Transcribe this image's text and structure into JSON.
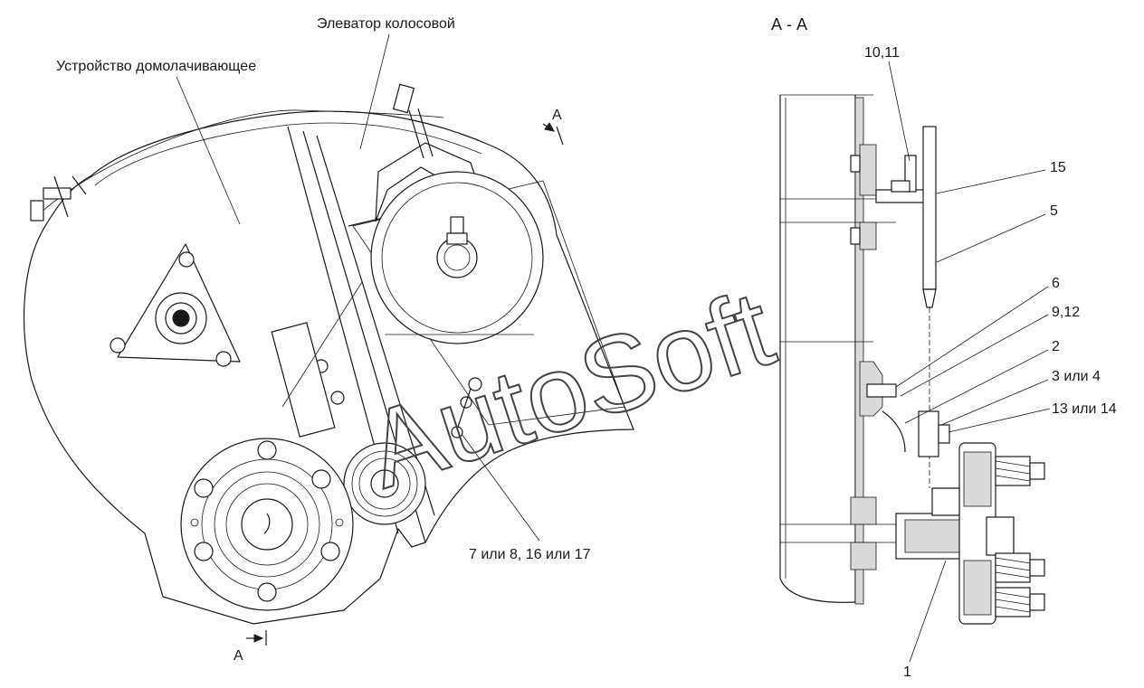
{
  "labels": {
    "left_assembly": "Устройство домолачивающее",
    "elevator": "Элеватор колосовой",
    "section_title": "А - А",
    "section_mark_top": "А",
    "section_mark_bottom": "А",
    "parts_group": "7 или 8, 16 или 17",
    "callouts": [
      "10,11",
      "15",
      "5",
      "6",
      "9,12",
      "2",
      "3 или 4",
      "13 или 14",
      "1"
    ]
  },
  "watermark": "AutoSoft",
  "colors": {
    "line": "#1a1a1a",
    "background": "#ffffff",
    "hatch": "#d9d9d9"
  }
}
